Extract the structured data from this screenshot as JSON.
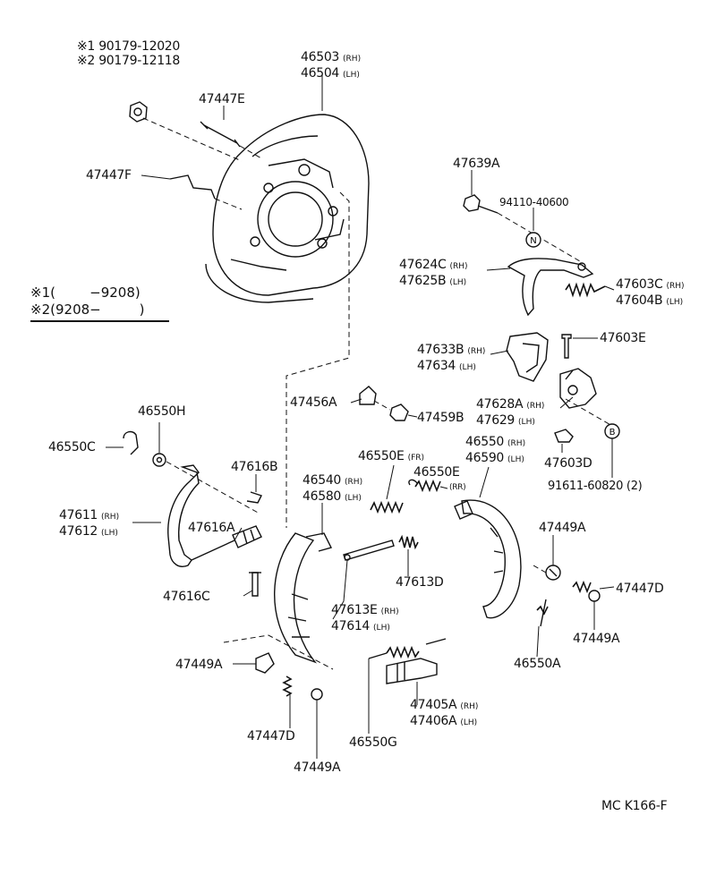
{
  "figure_code": "MC  K166-F",
  "legend": [
    {
      "mark": "※1",
      "range": "(        −9208)"
    },
    {
      "mark": "※2",
      "range": "(9208−         )"
    }
  ],
  "callouts": [
    {
      "id": "c01",
      "lines": [
        [
          "※1 90179-12020",
          ""
        ],
        [
          "※2 90179-12118",
          ""
        ]
      ]
    },
    {
      "id": "c02",
      "lines": [
        [
          "46503",
          "(RH)"
        ],
        [
          "46504",
          "(LH)"
        ]
      ]
    },
    {
      "id": "c03",
      "lines": [
        [
          "47447E",
          ""
        ]
      ]
    },
    {
      "id": "c04",
      "lines": [
        [
          "47447F",
          ""
        ]
      ]
    },
    {
      "id": "c05",
      "lines": [
        [
          "47639A",
          ""
        ]
      ]
    },
    {
      "id": "c06",
      "lines": [
        [
          "94110-40600",
          ""
        ]
      ]
    },
    {
      "id": "c07",
      "lines": [
        [
          "47624C",
          "(RH)"
        ],
        [
          "47625B",
          "(LH)"
        ]
      ]
    },
    {
      "id": "c08",
      "lines": [
        [
          "47603C",
          "(RH)"
        ],
        [
          "47604B",
          "(LH)"
        ]
      ]
    },
    {
      "id": "c09",
      "lines": [
        [
          "47633B",
          "(RH)"
        ],
        [
          "47634",
          "(LH)"
        ]
      ]
    },
    {
      "id": "c10",
      "lines": [
        [
          "47603E",
          ""
        ]
      ]
    },
    {
      "id": "c11",
      "lines": [
        [
          "47456A",
          ""
        ]
      ]
    },
    {
      "id": "c12",
      "lines": [
        [
          "47459B",
          ""
        ]
      ]
    },
    {
      "id": "c13",
      "lines": [
        [
          "47628A",
          "(RH)"
        ],
        [
          "47629",
          "(LH)"
        ]
      ]
    },
    {
      "id": "c14",
      "lines": [
        [
          "46550H",
          ""
        ]
      ]
    },
    {
      "id": "c15",
      "lines": [
        [
          "46550C",
          ""
        ]
      ]
    },
    {
      "id": "c16",
      "lines": [
        [
          "46550",
          "(RH)"
        ],
        [
          "46590",
          "(LH)"
        ]
      ]
    },
    {
      "id": "c17",
      "lines": [
        [
          "47603D",
          ""
        ]
      ]
    },
    {
      "id": "c18",
      "lines": [
        [
          "46550E",
          "(FR)"
        ]
      ]
    },
    {
      "id": "c19",
      "lines": [
        [
          "46550E",
          "(RR)"
        ]
      ]
    },
    {
      "id": "c20",
      "lines": [
        [
          "47616B",
          ""
        ]
      ]
    },
    {
      "id": "c21",
      "lines": [
        [
          "46540",
          "(RH)"
        ],
        [
          "46580",
          "(LH)"
        ]
      ]
    },
    {
      "id": "c22",
      "lines": [
        [
          "91611-60820 (2)",
          ""
        ]
      ]
    },
    {
      "id": "c23",
      "lines": [
        [
          "47611",
          "(RH)"
        ],
        [
          "47612",
          "(LH)"
        ]
      ]
    },
    {
      "id": "c24",
      "lines": [
        [
          "47616A",
          ""
        ]
      ]
    },
    {
      "id": "c25",
      "lines": [
        [
          "47449A",
          ""
        ]
      ]
    },
    {
      "id": "c26",
      "lines": [
        [
          "47613D",
          ""
        ]
      ]
    },
    {
      "id": "c27",
      "lines": [
        [
          "47447D",
          ""
        ]
      ]
    },
    {
      "id": "c28",
      "lines": [
        [
          "47616C",
          ""
        ]
      ]
    },
    {
      "id": "c29",
      "lines": [
        [
          "47613E",
          "(RH)"
        ],
        [
          "47614",
          "(LH)"
        ]
      ]
    },
    {
      "id": "c30",
      "lines": [
        [
          "47449A",
          ""
        ]
      ]
    },
    {
      "id": "c31",
      "lines": [
        [
          "47449A",
          ""
        ]
      ]
    },
    {
      "id": "c32",
      "lines": [
        [
          "46550A",
          ""
        ]
      ]
    },
    {
      "id": "c33",
      "lines": [
        [
          "47405A",
          "(RH)"
        ],
        [
          "47406A",
          "(LH)"
        ]
      ]
    },
    {
      "id": "c34",
      "lines": [
        [
          "47447D",
          ""
        ]
      ]
    },
    {
      "id": "c35",
      "lines": [
        [
          "46550G",
          ""
        ]
      ]
    },
    {
      "id": "c36",
      "lines": [
        [
          "47449A",
          ""
        ]
      ]
    }
  ],
  "markers": {
    "n": "N",
    "b": "B"
  }
}
